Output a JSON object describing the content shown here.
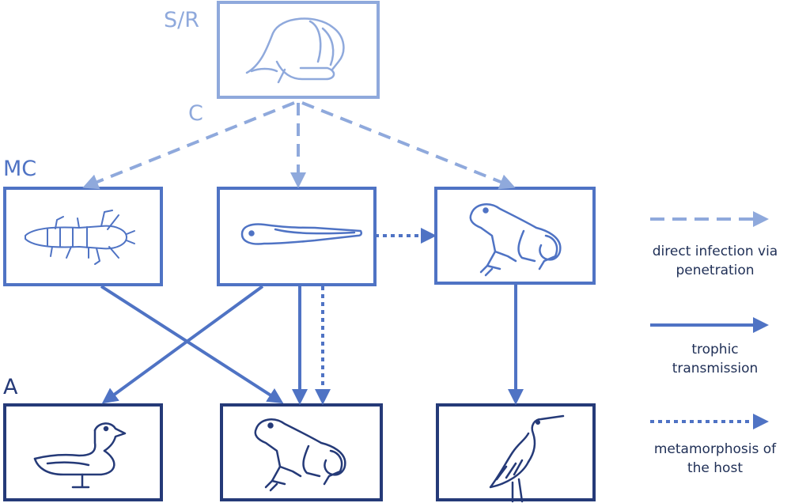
{
  "stages": {
    "first_host": "S/R",
    "cercaria": "C",
    "second_host": "MC",
    "definitive_host": "A"
  },
  "legend": {
    "direct": {
      "line1": "direct infection via",
      "line2": "penetration"
    },
    "trophic": {
      "line1": "trophic",
      "line2": "transmission"
    },
    "metamorphosis": {
      "line1": "metamorphosis of",
      "line2": "the host"
    }
  },
  "colors": {
    "first_host": "#8fa9dc",
    "second_host": "#4f73c4",
    "definitive_host": "#253a78",
    "legend_text": "#1f2f56"
  },
  "icons": {
    "snail": "snail-icon",
    "insect_larva": "insect-larva-icon",
    "tadpole": "tadpole-icon",
    "frog": "frog-icon",
    "duck": "duck-icon",
    "heron": "heron-icon"
  }
}
